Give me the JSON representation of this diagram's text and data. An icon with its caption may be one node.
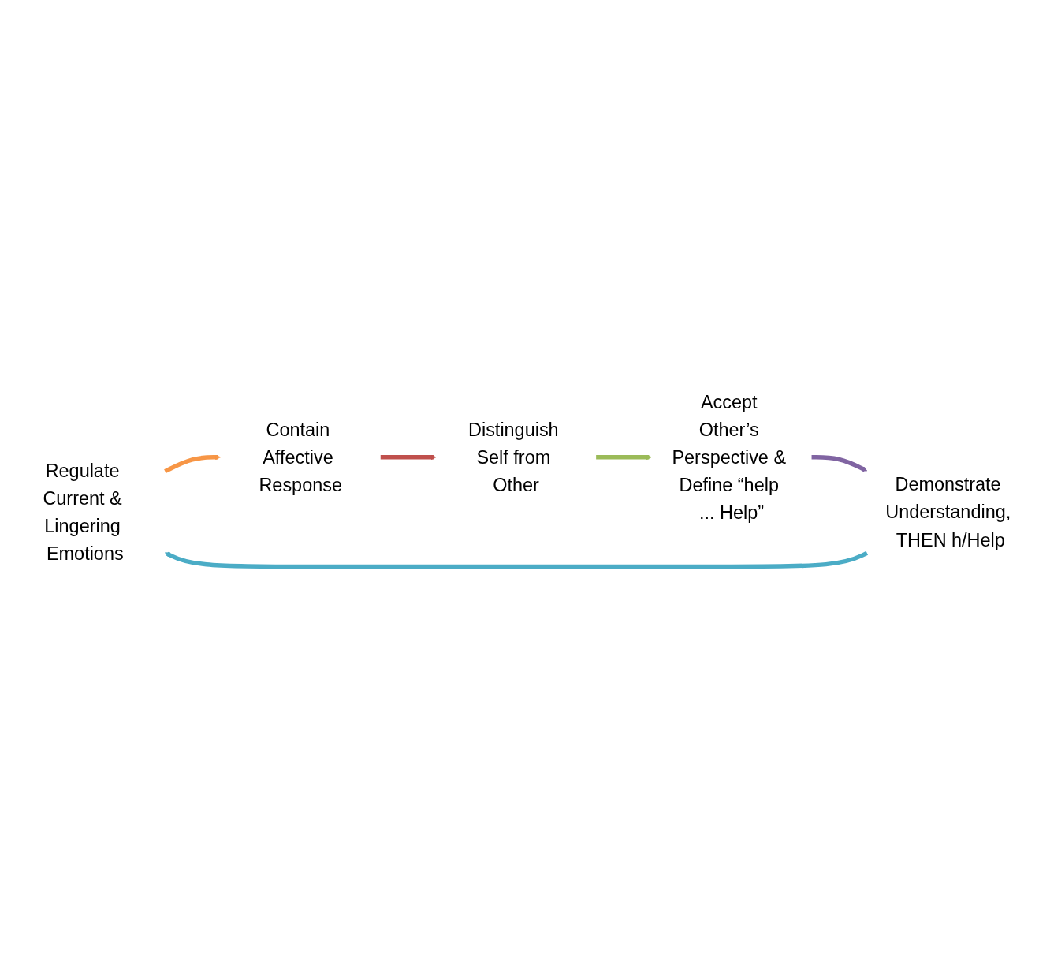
{
  "diagram": {
    "nodes": [
      {
        "text": [
          "Regulate Current & Lingering Emotions"
        ]
      },
      {
        "text": [
          "Contain Affective Response"
        ]
      },
      {
        "text": [
          "Distinguish Self from Other"
        ]
      },
      {
        "text": [
          "Accept Other’s Perspective & Define “help ... Help”"
        ]
      },
      {
        "text": [
          "Demonstrate Understanding, THEN h/Help"
        ]
      }
    ],
    "edges": [
      {
        "from": 0,
        "to": 1,
        "arrow": "to",
        "color": "#f79646"
      },
      {
        "from": 1,
        "to": 2,
        "arrow": "to",
        "color": "#c0504d"
      },
      {
        "from": 2,
        "to": 3,
        "arrow": "to",
        "color": "#9bbb59"
      },
      {
        "from": 3,
        "to": 4,
        "arrow": "to",
        "color": "#8064a2"
      },
      {
        "from": 4,
        "to": 0,
        "arrow": "to",
        "color": "#4bacc6"
      }
    ]
  }
}
